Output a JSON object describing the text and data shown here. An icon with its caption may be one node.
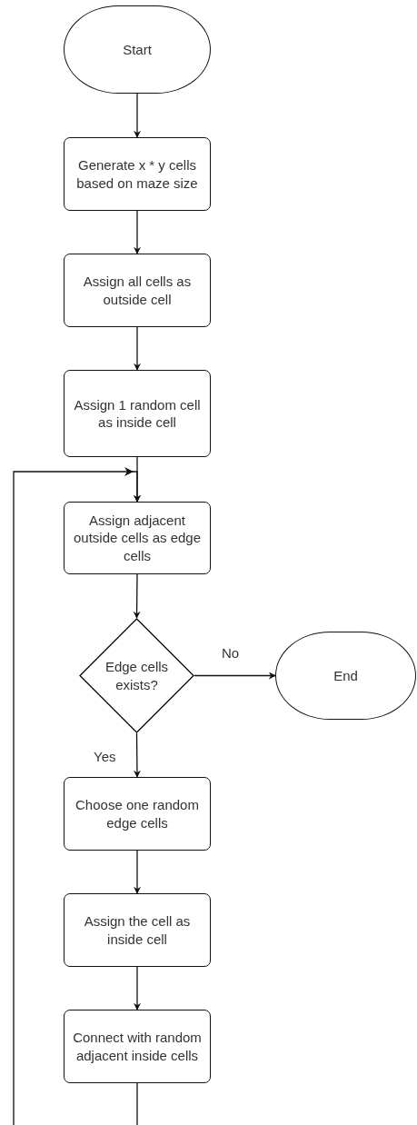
{
  "diagram": {
    "nodes": [
      {
        "text": [
          "Start"
        ]
      },
      {
        "text": [
          "Generate x * y cells based on maze size"
        ]
      },
      {
        "text": [
          "Assign all cells as outside cell"
        ]
      },
      {
        "text": [
          "Assign 1 random cell as inside cell"
        ]
      },
      {
        "text": [
          "Assign adjacent outside cells as edge cells"
        ]
      },
      {
        "text": [
          "Edge cells exists?"
        ]
      },
      {
        "text": [
          "End"
        ]
      },
      {
        "text": [
          "Choose one random edge cells"
        ]
      },
      {
        "text": [
          "Assign the cell as inside cell"
        ]
      },
      {
        "text": [
          "Connect with random adjacent inside cells"
        ]
      }
    ],
    "edges": [
      {
        "from": 0,
        "to": 1,
        "arrow": "to"
      },
      {
        "from": 1,
        "to": 2,
        "arrow": "to"
      },
      {
        "from": 2,
        "to": 3,
        "arrow": "to"
      },
      {
        "from": 3,
        "to": 4,
        "arrow": "to"
      },
      {
        "from": 4,
        "to": 5,
        "arrow": "to"
      },
      {
        "from": 5,
        "to": 6,
        "arrow": "to",
        "label": "No"
      },
      {
        "from": 5,
        "to": 7,
        "arrow": "to",
        "label": "Yes"
      },
      {
        "from": 7,
        "to": 8,
        "arrow": "to"
      },
      {
        "from": 8,
        "to": 9,
        "arrow": "to"
      },
      {
        "from": 9,
        "to": 4,
        "arrow": "to"
      }
    ]
  }
}
